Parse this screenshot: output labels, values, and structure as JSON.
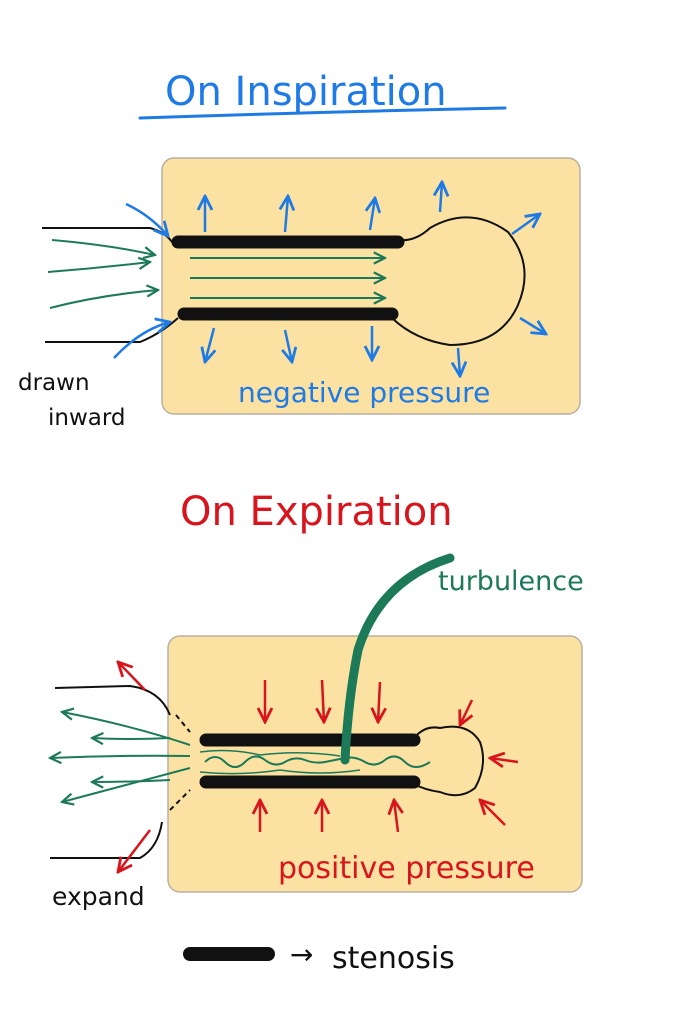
{
  "colors": {
    "panel_fill": "#fbe2a3",
    "panel_stroke": "#b9b0a0",
    "blue": "#1e7be6",
    "red": "#d8141c",
    "green": "#1c7a58",
    "black": "#111111"
  },
  "inspiration": {
    "title": "On Inspiration",
    "drawn_inward_line1": "drawn",
    "drawn_inward_line2": "inward",
    "pressure_label": "negative pressure"
  },
  "expiration": {
    "title": "On Expiration",
    "turbulence_label": "turbulence",
    "pressure_label": "positive pressure",
    "expand_label": "expand"
  },
  "legend": {
    "arrow": "→",
    "label": "stenosis"
  }
}
